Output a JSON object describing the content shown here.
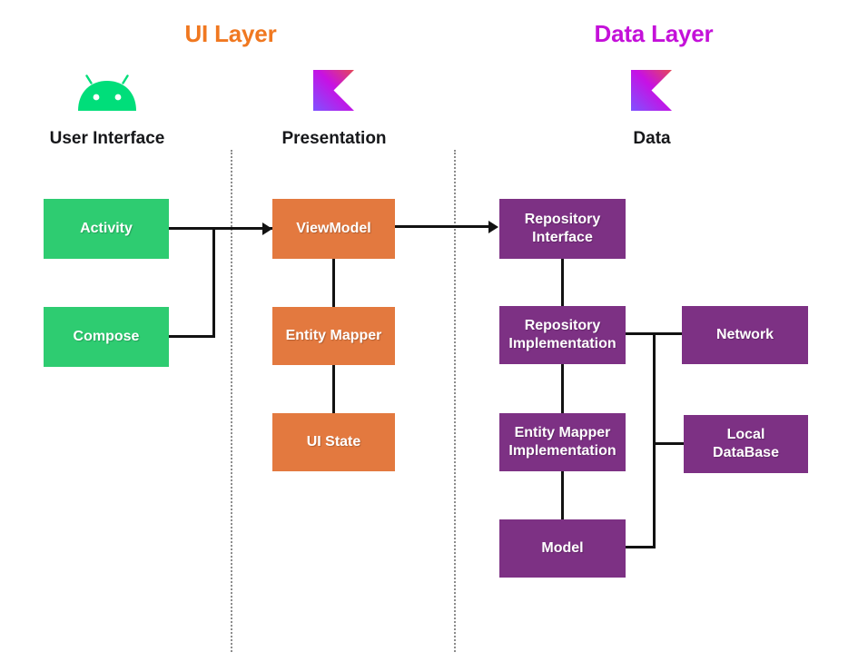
{
  "layers": [
    {
      "id": "ui",
      "title": "UI Layer",
      "color": "#F07820"
    },
    {
      "id": "data",
      "title": "Data Layer",
      "color": "#C411D9"
    }
  ],
  "columns": [
    {
      "id": "user-interface",
      "heading": "User Interface",
      "icon": "android-logo"
    },
    {
      "id": "presentation",
      "heading": "Presentation",
      "icon": "kotlin-logo"
    },
    {
      "id": "data",
      "heading": "Data",
      "icon": "kotlin-logo"
    }
  ],
  "nodes": {
    "activity": {
      "label": "Activity",
      "color": "#2ECC71"
    },
    "compose": {
      "label": "Compose",
      "color": "#2ECC71"
    },
    "viewmodel": {
      "label": "ViewModel",
      "color": "#E3793F"
    },
    "entity_mapper": {
      "label": "Entity Mapper",
      "color": "#E3793F"
    },
    "ui_state": {
      "label": "UI State",
      "color": "#E3793F"
    },
    "repository_interface": {
      "line1": "Repository",
      "line2": "Interface",
      "color": "#7D3184"
    },
    "repository_implementation": {
      "line1": "Repository",
      "line2": "Implementation",
      "color": "#7D3184"
    },
    "entity_mapper_implementation": {
      "line1": "Entity Mapper",
      "line2": "Implementation",
      "color": "#7D3184"
    },
    "model": {
      "label": "Model",
      "color": "#7D3184"
    },
    "network": {
      "label": "Network",
      "color": "#7D3184"
    },
    "local_database": {
      "line1": "Local",
      "line2": "DataBase",
      "color": "#7D3184"
    }
  },
  "palette": {
    "background": "#FFFFFF",
    "connector": "#121212",
    "divider": "#8C8C8C",
    "android_green": "#00DE7A",
    "kotlin_gradient_start": "#7F52FF",
    "kotlin_gradient_mid": "#C711E4",
    "kotlin_gradient_end": "#E44857"
  }
}
